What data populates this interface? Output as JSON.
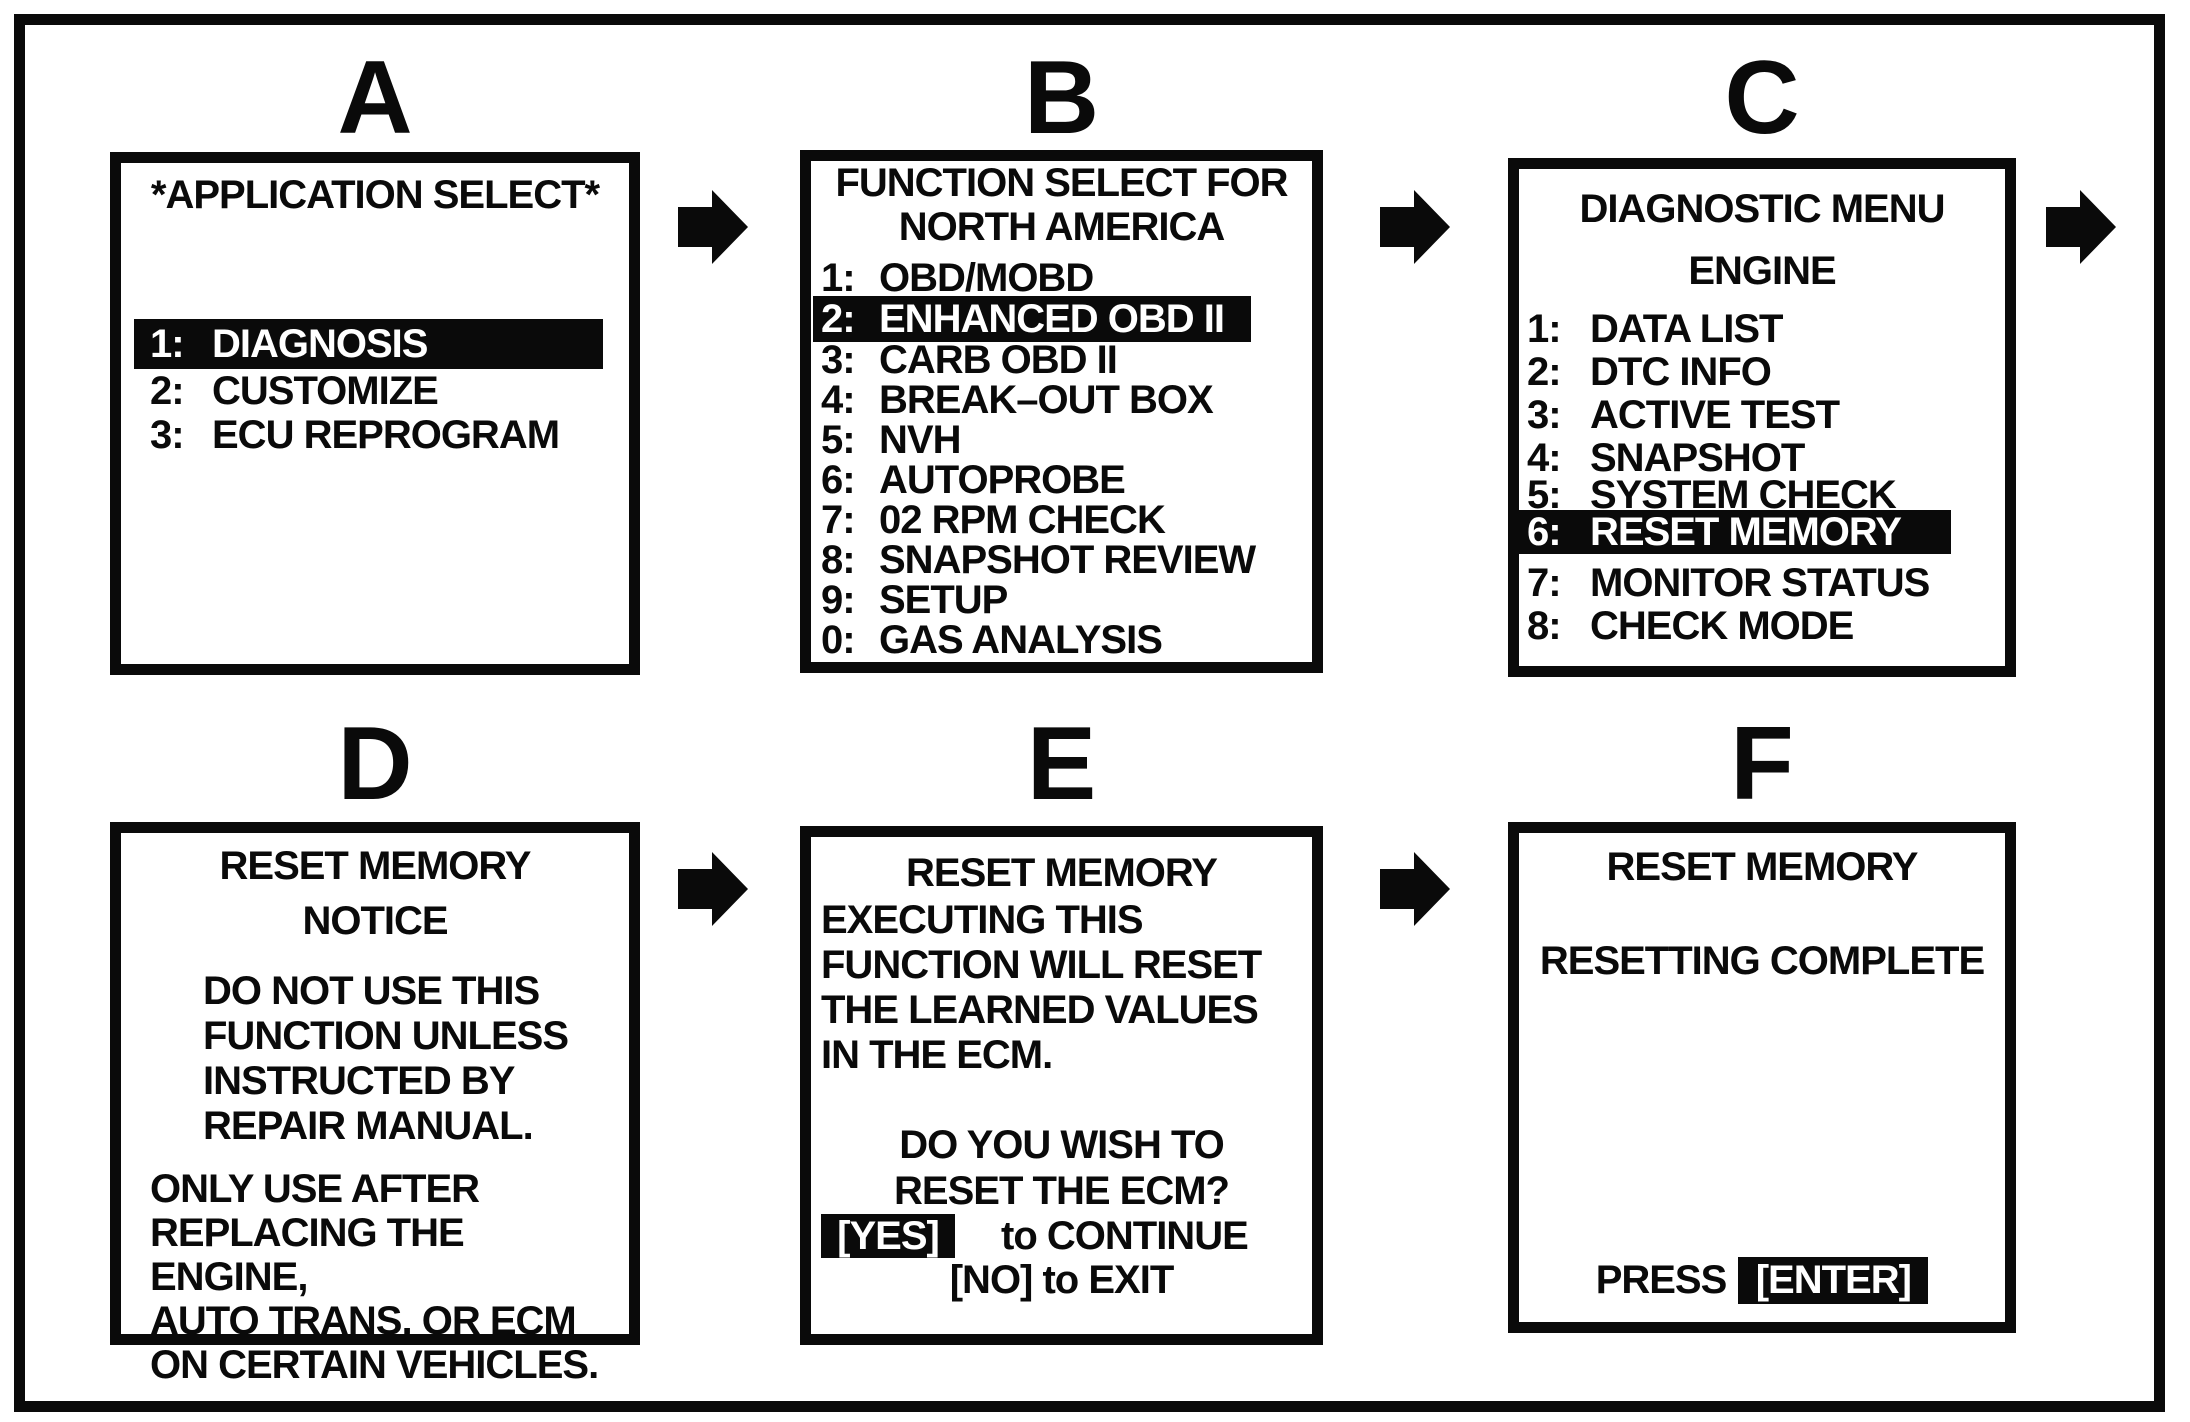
{
  "colors": {
    "ink": "#0a0a0a",
    "paper": "#ffffff"
  },
  "panels": {
    "a": {
      "letter": "A",
      "title": "*APPLICATION SELECT*",
      "items": [
        {
          "num": "1:",
          "label": "DIAGNOSIS",
          "highlighted": true
        },
        {
          "num": "2:",
          "label": "CUSTOMIZE",
          "highlighted": false
        },
        {
          "num": "3:",
          "label": "ECU REPROGRAM",
          "highlighted": false
        }
      ]
    },
    "b": {
      "letter": "B",
      "title_line1": "FUNCTION SELECT FOR",
      "title_line2": "NORTH AMERICA",
      "items": [
        {
          "num": "1:",
          "label": "OBD/MOBD",
          "highlighted": false
        },
        {
          "num": "2:",
          "label": "ENHANCED OBD II",
          "highlighted": true
        },
        {
          "num": "3:",
          "label": "CARB OBD II",
          "highlighted": false
        },
        {
          "num": "4:",
          "label": "BREAK–OUT BOX",
          "highlighted": false
        },
        {
          "num": "5:",
          "label": "NVH",
          "highlighted": false
        },
        {
          "num": "6:",
          "label": "AUTOPROBE",
          "highlighted": false
        },
        {
          "num": "7:",
          "label": "02 RPM CHECK",
          "highlighted": false
        },
        {
          "num": "8:",
          "label": "SNAPSHOT REVIEW",
          "highlighted": false
        },
        {
          "num": "9:",
          "label": "SETUP",
          "highlighted": false
        },
        {
          "num": "0:",
          "label": "GAS ANALYSIS",
          "highlighted": false
        }
      ]
    },
    "c": {
      "letter": "C",
      "title_line1": "DIAGNOSTIC MENU",
      "title_line2": "ENGINE",
      "items": [
        {
          "num": "1:",
          "label": "DATA LIST",
          "highlighted": false
        },
        {
          "num": "2:",
          "label": "DTC INFO",
          "highlighted": false
        },
        {
          "num": "3:",
          "label": "ACTIVE TEST",
          "highlighted": false
        },
        {
          "num": "4:",
          "label": "SNAPSHOT",
          "highlighted": false
        },
        {
          "num": "5:",
          "label": "SYSTEM CHECK",
          "highlighted": false
        },
        {
          "num": "6:",
          "label": "RESET MEMORY",
          "highlighted": true
        },
        {
          "num": "7:",
          "label": "MONITOR STATUS",
          "highlighted": false
        },
        {
          "num": "8:",
          "label": "CHECK MODE",
          "highlighted": false
        }
      ]
    },
    "d": {
      "letter": "D",
      "title_line1": "RESET MEMORY",
      "title_line2": "NOTICE",
      "para1": [
        "DO NOT USE THIS",
        "FUNCTION UNLESS",
        "INSTRUCTED BY",
        "REPAIR MANUAL."
      ],
      "para2": [
        "ONLY USE AFTER",
        "REPLACING THE ENGINE,",
        "AUTO TRANS, OR ECM",
        "ON CERTAIN VEHICLES."
      ]
    },
    "e": {
      "letter": "E",
      "title": "RESET MEMORY",
      "body": [
        "EXECUTING THIS",
        "FUNCTION WILL RESET",
        "THE LEARNED VALUES",
        "IN THE ECM."
      ],
      "question": [
        "DO YOU WISH TO",
        "RESET THE ECM?"
      ],
      "yes_key": "[YES]",
      "yes_action": "to CONTINUE",
      "no_line": "[NO] to EXIT"
    },
    "f": {
      "letter": "F",
      "title": "RESET MEMORY",
      "status": "RESETTING COMPLETE",
      "press_label": "PRESS",
      "enter_key": "[ENTER]"
    }
  }
}
